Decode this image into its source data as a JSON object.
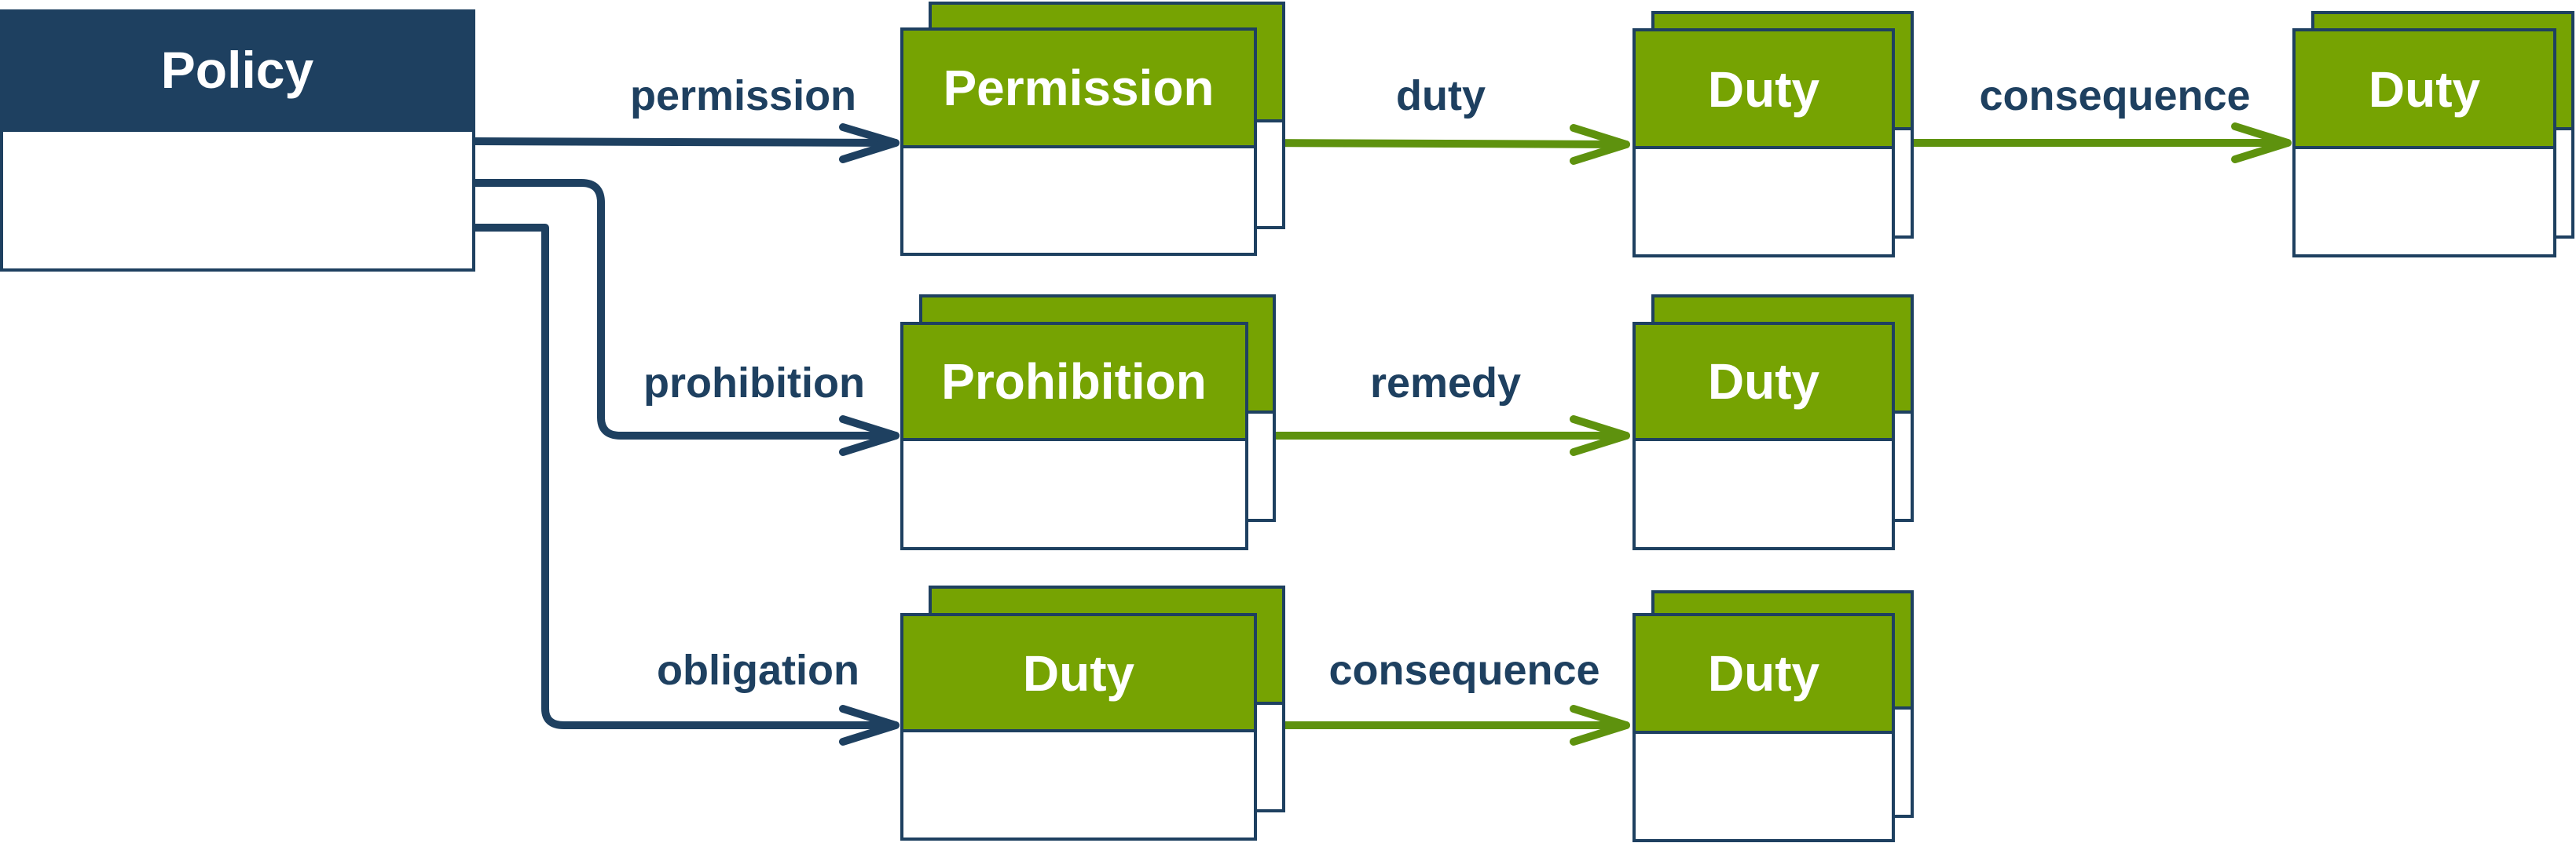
{
  "colors": {
    "navy": "#1e4060",
    "green": "#76a302",
    "line_green": "#5e920e",
    "white": "#ffffff"
  },
  "nodes": {
    "policy": {
      "title": "Policy"
    },
    "permission": {
      "title": "Permission"
    },
    "prohibition": {
      "title": "Prohibition"
    },
    "obligation": {
      "title": "Duty"
    },
    "permission_duty": {
      "title": "Duty"
    },
    "permission_duty_consequence": {
      "title": "Duty"
    },
    "prohibition_remedy": {
      "title": "Duty"
    },
    "obligation_consequence": {
      "title": "Duty"
    }
  },
  "edges": {
    "permission": "permission",
    "prohibition": "prohibition",
    "obligation": "obligation",
    "duty": "duty",
    "consequence_top": "consequence",
    "remedy": "remedy",
    "consequence_bottom": "consequence"
  }
}
